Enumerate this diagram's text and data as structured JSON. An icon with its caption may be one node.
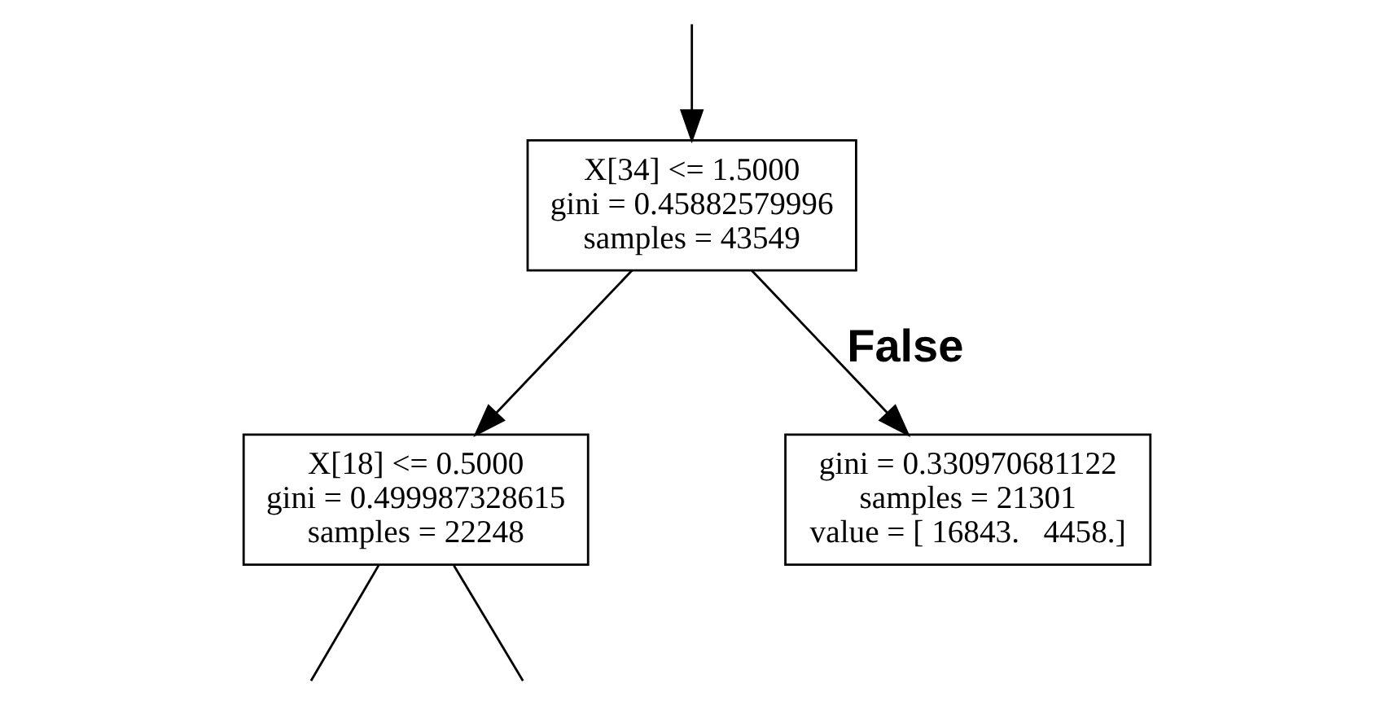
{
  "diagram": {
    "nodes": [
      {
        "text": [
          "X[34] <= 1.5000",
          "gini = 0.45882579996",
          "samples = 43549"
        ]
      },
      {
        "text": [
          "X[18] <= 0.5000",
          "gini = 0.499987328615",
          "samples = 22248"
        ]
      },
      {
        "text": [
          "gini = 0.330970681122",
          "samples = 21301",
          "value = [ 16843.   4458.]"
        ]
      }
    ],
    "edges": [
      {
        "from": null,
        "to": 0,
        "arrow": "to"
      },
      {
        "from": 0,
        "to": 1,
        "arrow": "to"
      },
      {
        "from": 0,
        "to": 2,
        "arrow": "to",
        "label": "False"
      },
      {
        "from": 1,
        "to": null,
        "arrow": "none"
      },
      {
        "from": 1,
        "to": null,
        "arrow": "none"
      }
    ]
  }
}
